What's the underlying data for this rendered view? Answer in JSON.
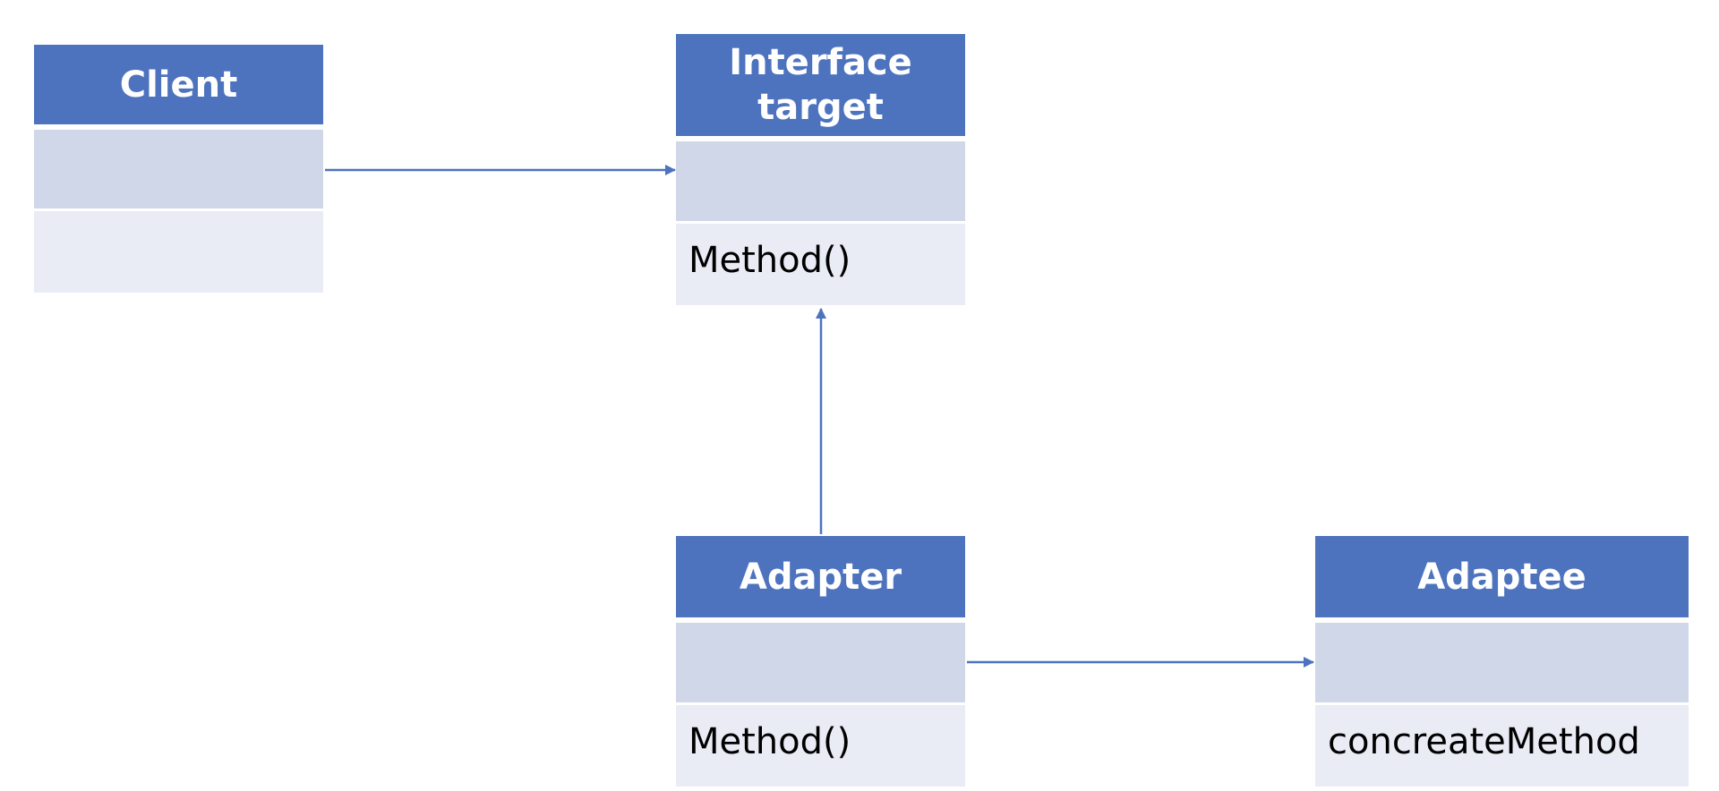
{
  "diagram": {
    "classes": [
      {
        "id": "client",
        "name": "Client",
        "operations": ""
      },
      {
        "id": "target",
        "name": "Interface\ntarget",
        "operations": "Method()"
      },
      {
        "id": "adapter",
        "name": "Adapter",
        "operations": "Method()"
      },
      {
        "id": "adaptee",
        "name": "Adaptee",
        "operations": "concreateMethod"
      }
    ],
    "relations": [
      {
        "from": "client",
        "to": "target",
        "kind": "association"
      },
      {
        "from": "adapter",
        "to": "target",
        "kind": "implements"
      },
      {
        "from": "adapter",
        "to": "adaptee",
        "kind": "association"
      }
    ]
  },
  "colors": {
    "header": "#4e73be",
    "attributes": "#d0d7e9",
    "operations": "#e9ecf5",
    "connector": "#4e73be"
  }
}
